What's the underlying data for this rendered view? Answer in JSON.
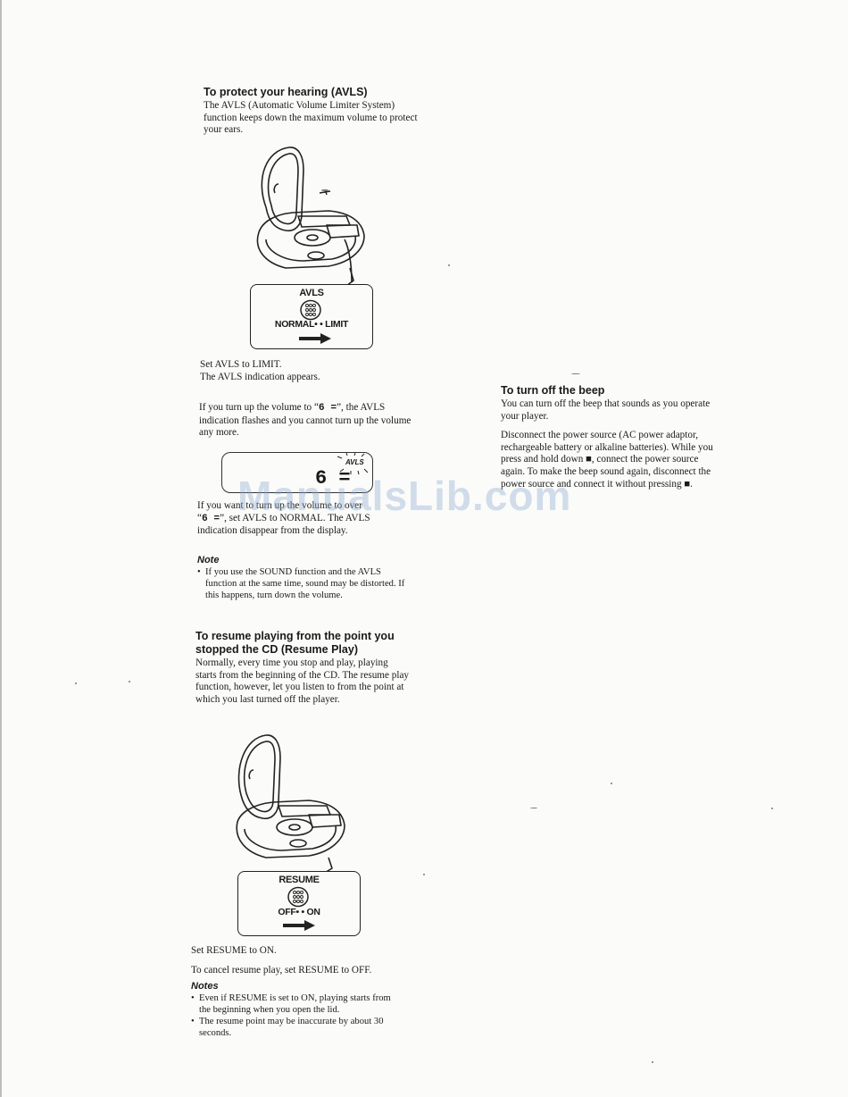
{
  "avls": {
    "heading": "To protect your hearing (AVLS)",
    "intro": "The AVLS (Automatic Volume Limiter System) function keeps down the maximum volume to protect your ears.",
    "callout_label": "AVLS",
    "callout_switch": "NORMAL• • LIMIT",
    "step": "Set AVLS to LIMIT.",
    "step_result": "The AVLS indication appears.",
    "turn_up_a": "If you turn up the volume to “",
    "turn_up_b": "”, the AVLS indication flashes and you cannot turn up the volume any more.",
    "display_indicator": "AVLS",
    "display_digits": "6 =",
    "normal_a": "If you want to turn up the volume to over",
    "normal_b": "”, set AVLS to NORMAL. The AVLS indication disappear from the display.",
    "note_title": "Note",
    "notes": [
      "If you use the SOUND function and the AVLS function at the same time, sound may be distorted. If this happens, turn down the volume."
    ]
  },
  "resume": {
    "heading": "To resume playing from the point you stopped the CD (Resume Play)",
    "intro": "Normally, every time you stop and play, playing starts from the beginning of the CD. The resume play function, however, let you listen to from the point at which you last turned off the player.",
    "callout_label": "RESUME",
    "callout_switch": "OFF• • ON",
    "step": "Set RESUME to ON.",
    "cancel": "To cancel resume play, set RESUME to OFF.",
    "notes_title": "Notes",
    "notes": [
      "Even if RESUME is set to ON, playing starts from the beginning when you open the lid.",
      "The resume point may be inaccurate by about 30 seconds."
    ]
  },
  "beep": {
    "heading": "To turn off the beep",
    "intro": "You can turn off the beep that sounds as you operate your player.",
    "body": "Disconnect the power source (AC power adaptor, rechargeable battery or alkaline batteries). While you press and hold down ■, connect the power source again. To make the beep sound again, disconnect the power source and connect it without pressing ■."
  },
  "watermark": "ManualsLib.com",
  "volume_symbol": "6 ="
}
